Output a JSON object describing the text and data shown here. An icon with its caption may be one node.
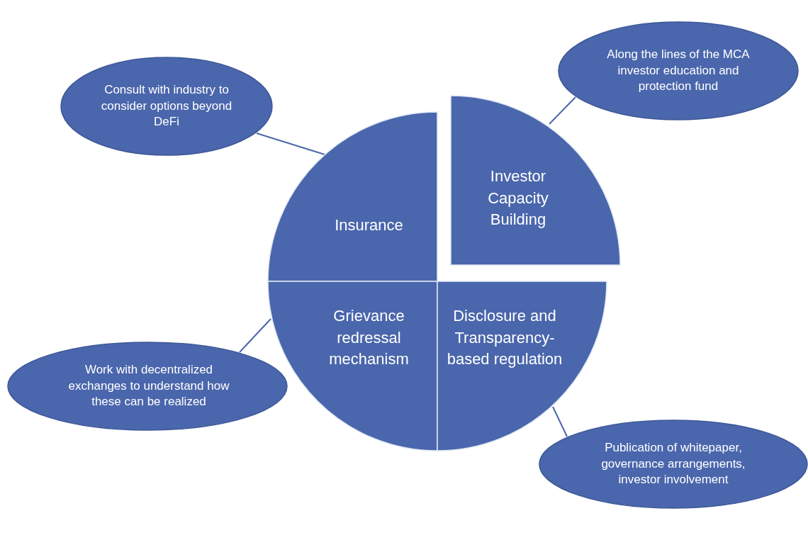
{
  "diagram": {
    "nodes": [
      {
        "text": [
          "Consult with industry to consider options beyond DeFi"
        ]
      },
      {
        "text": [
          "Along the lines of the MCA investor education and protection fund"
        ]
      },
      {
        "text": [
          "Insurance"
        ]
      },
      {
        "text": [
          "Investor Capacity Building"
        ]
      },
      {
        "text": [
          "Grievance redressal mechanism"
        ]
      },
      {
        "text": [
          "Disclosure and Transparency-based regulation"
        ]
      },
      {
        "text": [
          "Work with decentralized exchanges to understand how these can be realized"
        ]
      },
      {
        "text": [
          "Publication of whitepaper, governance arrangements, investor involvement"
        ]
      }
    ],
    "edges": [
      {
        "from": 0,
        "to": 2,
        "arrow": "none"
      },
      {
        "from": 1,
        "to": 3,
        "arrow": "none"
      },
      {
        "from": 6,
        "to": 4,
        "arrow": "none"
      },
      {
        "from": 7,
        "to": 5,
        "arrow": "none"
      }
    ]
  }
}
